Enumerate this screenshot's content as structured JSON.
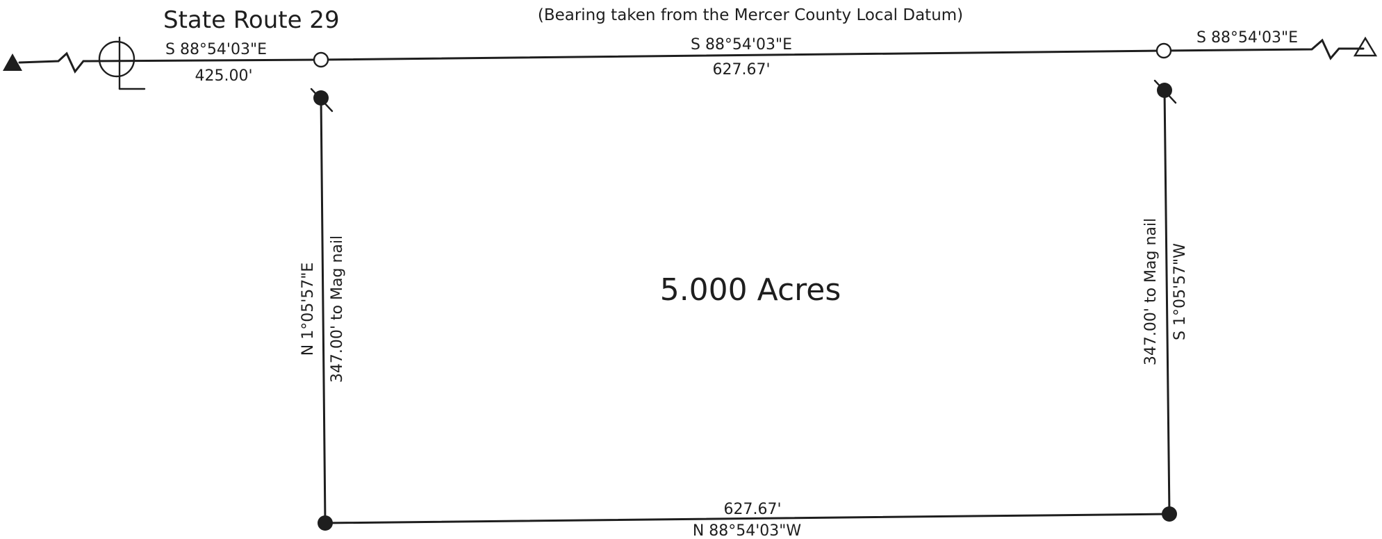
{
  "road_name": "State Route 29",
  "datum_note": "(Bearing taken from the Mercer County Local Datum)",
  "centerline_west": {
    "bearing": "S 88°54'03\"E",
    "distance": "425.00'"
  },
  "centerline_main": {
    "bearing": "S 88°54'03\"E",
    "distance": "627.67'"
  },
  "centerline_east": {
    "bearing": "S 88°54'03\"E"
  },
  "west_line": {
    "bearing": "N 1°05'57\"E",
    "distance": "347.00' to Mag nail"
  },
  "east_line": {
    "bearing": "S 1°05'57\"W",
    "distance": "347.00' to Mag nail"
  },
  "south_line": {
    "bearing": "N 88°54'03\"W",
    "distance": "627.67'"
  },
  "area": "5.000 Acres",
  "colors": {
    "ink": "#1e1e1e",
    "paper": "#ffffff"
  },
  "icons": {
    "west_monument": "filled-triangle-icon",
    "east_monument": "open-triangle-icon",
    "centerline": "centerline-symbol-icon",
    "found_point": "open-circle-icon",
    "set_point": "filled-circle-icon"
  }
}
